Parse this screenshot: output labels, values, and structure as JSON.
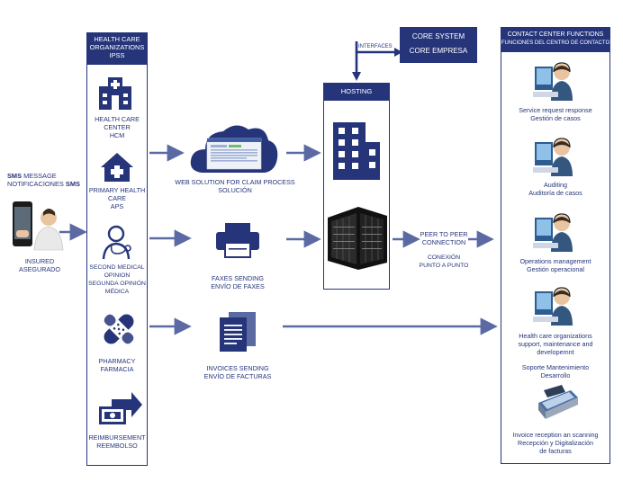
{
  "left_panel": {
    "title": [
      "HEALTH CARE",
      "ORGANIZATIONS",
      "IPSS"
    ],
    "items": [
      {
        "label": [
          "HEALTH CARE",
          "CENTER",
          "HCM"
        ],
        "icon": "hospital-icon"
      },
      {
        "label": [
          "PRIMARY HEALTH",
          "CARE",
          "APS"
        ],
        "icon": "home-medical-icon"
      },
      {
        "label": [
          "SECOND MEDICAL",
          "OPINION",
          "SEGUNDA OPINIÓN",
          "MÉDICA"
        ],
        "icon": "doctor-stethoscope-icon"
      },
      {
        "label": [
          "PHARMACY",
          "FARMACIA"
        ],
        "icon": "bandage-icon"
      },
      {
        "label": [
          "REIMBURSEMENT",
          "REEMBOLSO"
        ],
        "icon": "money-transfer-icon"
      }
    ]
  },
  "sms": {
    "line1_bold": "SMS",
    "line1_rest": " MESSAGE",
    "line2_rest": "NOTIFICACIONES ",
    "line2_bold": "SMS"
  },
  "insured": [
    "INSURED",
    "ASEGURADO"
  ],
  "middle": {
    "web": [
      "WEB SOLUTION FOR CLAIM PROCESS",
      "SOLUCIÓN"
    ],
    "faxes": [
      "FAXES SENDING",
      "ENVÍO DE FAXES"
    ],
    "invoices": [
      "INVOICES SENDING",
      "ENVÍO DE FACTURAS"
    ]
  },
  "interfaces": "INTERFACES",
  "core": [
    "CORE SYSTEM",
    "CORE EMPRESA"
  ],
  "hosting": {
    "title": "HOSTING"
  },
  "peer": [
    "PEER TO PEER",
    "CONNECTION",
    "CONEXIÓN",
    "PUNTO A PUNTO"
  ],
  "right_panel": {
    "title": [
      "CONTACT CENTER FUNCTIONS",
      "FUNCIONES DEL CENTRO DE CONTACTO"
    ],
    "items": [
      {
        "label": [
          "Service request response",
          "Gestión de casos"
        ],
        "icon": "call-agent-icon"
      },
      {
        "label": [
          "Auditing",
          "Auditoría de casos"
        ],
        "icon": "call-agent-icon"
      },
      {
        "label": [
          "Operations management",
          "Gestión operacional"
        ],
        "icon": "call-agent-icon"
      },
      {
        "label": [
          "Health care organizations",
          "support, maintenance and",
          "developemnt",
          "Soporte Mantenimiento",
          "Desarrollo"
        ],
        "icon": "call-agent-icon"
      },
      {
        "label": [
          "Invoice reception an scanning",
          "Recepción y Digitalización",
          "de facturas"
        ],
        "icon": "scanner-icon"
      }
    ]
  },
  "colors": {
    "navy": "#26357a",
    "arrow": "#5b6aa3",
    "light": "#8fa0cf"
  }
}
